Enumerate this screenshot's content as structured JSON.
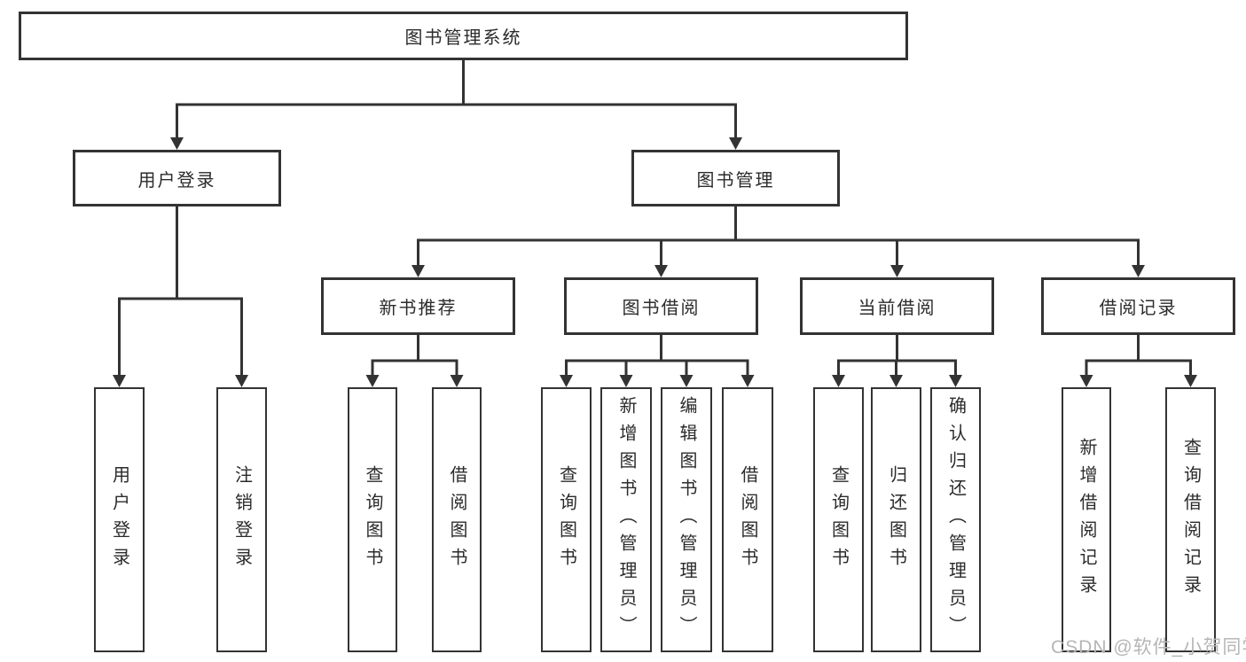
{
  "diagram": {
    "root": {
      "label": "图书管理系统"
    },
    "branches": [
      {
        "label": "用户登录",
        "children": [
          "用户登录",
          "注销登录"
        ]
      },
      {
        "label": "图书管理",
        "groups": [
          {
            "label": "新书推荐",
            "children": [
              "查询图书",
              "借阅图书"
            ]
          },
          {
            "label": "图书借阅",
            "children": [
              "查询图书",
              "新增图书（管理员）",
              "编辑图书（管理员）",
              "借阅图书"
            ]
          },
          {
            "label": "当前借阅",
            "children": [
              "查询图书",
              "归还图书",
              "确认归还（管理员）"
            ]
          },
          {
            "label": "借阅记录",
            "children": [
              "新增借阅记录",
              "查询借阅记录"
            ]
          }
        ]
      }
    ]
  },
  "watermark": {
    "text": "CSDN @软件_小贺同学"
  },
  "colors": {
    "line": "#333333",
    "box_border": "#333333",
    "text": "#2b2b2b",
    "background": "#ffffff",
    "watermark": "#b6b6b6"
  }
}
